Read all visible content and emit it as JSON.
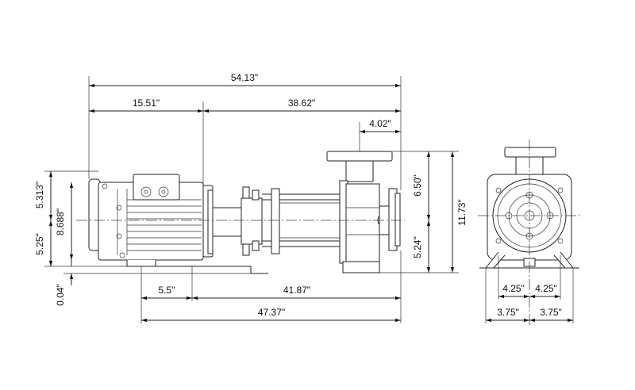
{
  "dimensions": {
    "overall_length": "54.13\"",
    "motor_length": "15.51\"",
    "pump_length": "38.62\"",
    "flange_offset": "4.02\"",
    "motor_height_upper": "5.313\"",
    "motor_height": "8.688\"",
    "motor_height_lower": "5.25\"",
    "base_offset": "0.04\"",
    "discharge_height": "6.50\"",
    "overall_height": "11.73\"",
    "suction_height": "5.24\"",
    "foot_offset": "5.5\"",
    "foot_span": "41.87\"",
    "base_length": "47.37\"",
    "side_left_bolt": "4.25\"",
    "side_right_bolt": "4.25\"",
    "side_left_foot": "3.75\"",
    "side_right_foot": "3.75\""
  }
}
